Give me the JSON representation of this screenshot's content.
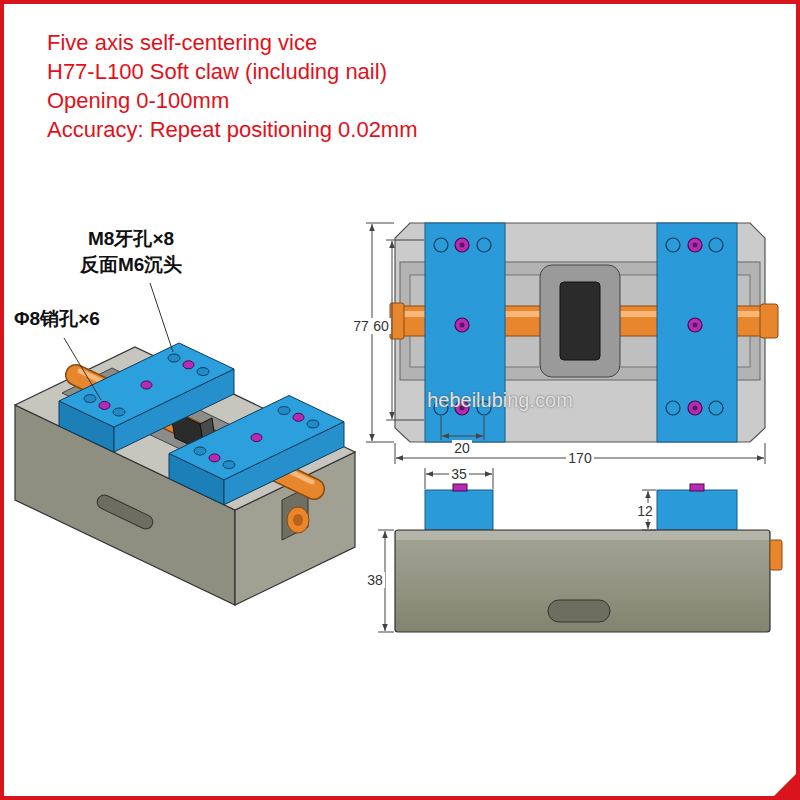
{
  "diagram": {
    "title": "Five axis self-centering vice",
    "labels": [
      "H77-L100 Soft claw (including nail)",
      "Opening 0-100mm",
      "Accuracy: Repeat positioning 0.02mm",
      "M8牙孔×8",
      "反面M6沉头",
      "Φ8销孔×6",
      "77",
      "60",
      "20",
      "170",
      "35",
      "12",
      "38",
      "hebeilubing.com"
    ]
  }
}
